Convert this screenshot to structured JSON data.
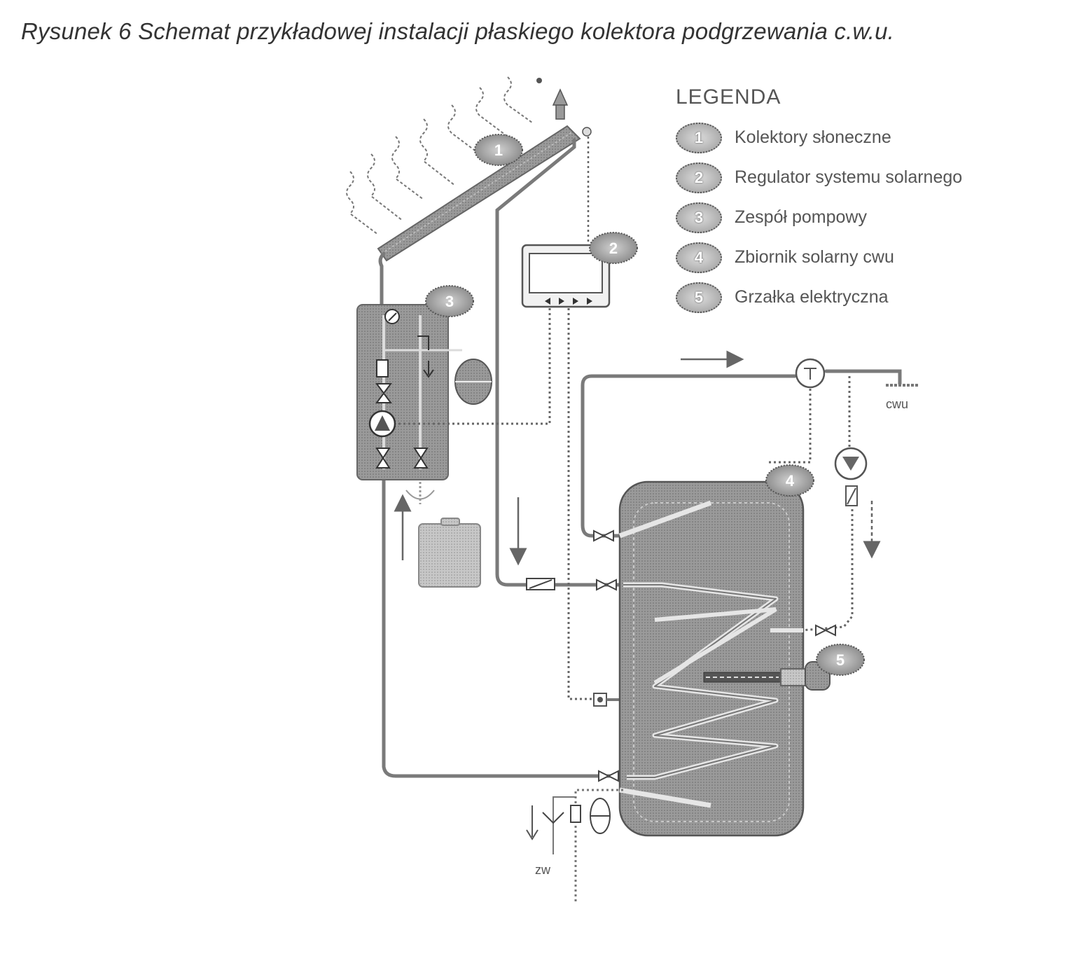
{
  "caption": "Rysunek 6 Schemat przykładowej instalacji płaskiego kolektora podgrzewania c.w.u.",
  "legend": {
    "title": "LEGENDA",
    "items": [
      {
        "num": "1",
        "label": "Kolektory słoneczne"
      },
      {
        "num": "2",
        "label": "Regulator systemu solarnego"
      },
      {
        "num": "3",
        "label": "Zespół pompowy"
      },
      {
        "num": "4",
        "label": "Zbiornik solarny cwu"
      },
      {
        "num": "5",
        "label": "Grzałka elektryczna"
      }
    ]
  },
  "diagram": {
    "badges": [
      "1",
      "2",
      "3",
      "4",
      "5"
    ],
    "hot_water_label": "cwu",
    "cold_water_label": "zw"
  },
  "colors": {
    "pipe": "#7a7a7a",
    "component_fill": "#9d9d9d",
    "tank_fill": "#8c8c8c",
    "badge_fill": "#a8a8a8",
    "text": "#555555"
  }
}
